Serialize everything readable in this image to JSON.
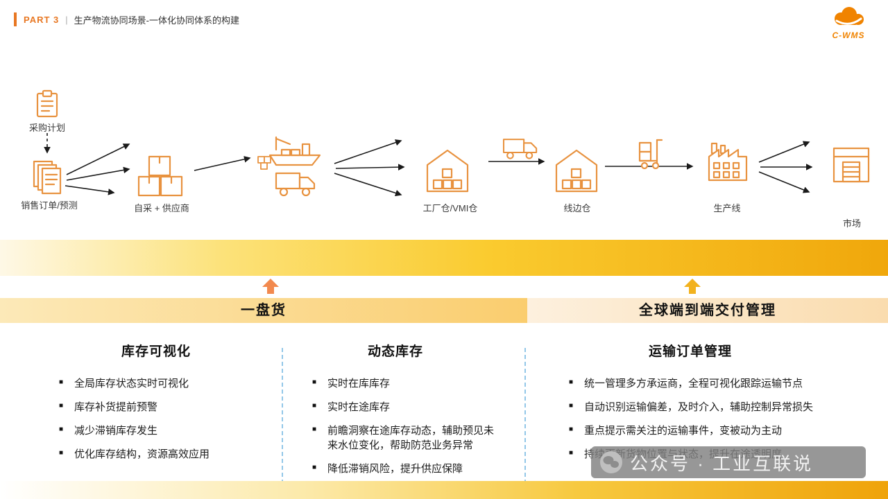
{
  "header": {
    "part_label": "PART 3",
    "separator": "|",
    "title": "生产物流协同场景-一体化协同体系的构建"
  },
  "logo": {
    "text": "C-WMS"
  },
  "flow": {
    "nodes": {
      "procurement_plan": "采购计划",
      "sales_order": "销售订单/预测",
      "self_procure_supplier": "自采 + 供应商",
      "factory_vmi_warehouse": "工厂仓/VMI仓",
      "line_side_warehouse": "线边仓",
      "production_line": "生产线",
      "market": "市场"
    }
  },
  "bands": {
    "left_title": "一盘货",
    "right_title": "全球端到端交付管理"
  },
  "columns": [
    {
      "title": "库存可视化",
      "items": [
        "全局库存状态实时可视化",
        "库存补货提前预警",
        "减少滞销库存发生",
        "优化库存结构，资源高效应用"
      ]
    },
    {
      "title": "动态库存",
      "items": [
        "实时在库库存",
        "实时在途库存",
        "前瞻洞察在途库存动态，辅助预见未来水位变化，帮助防范业务异常",
        "降低滞销风险，提升供应保障"
      ]
    },
    {
      "title": "运输订单管理",
      "items": [
        "统一管理多方承运商，全程可视化跟踪运输节点",
        "自动识别运输偏差，及时介入，辅助控制异常损失",
        "重点提示需关注的运输事件，变被动为主动",
        "持续更新货物位置与状态，提升在途透明度"
      ]
    }
  ],
  "watermark": {
    "text": "公众号 · 工业互联说"
  },
  "colors": {
    "accent_orange": "#E87722",
    "icon_orange": "#E8923F",
    "band_gradient_start": "#FEF8E6",
    "band_gradient_mid": "#FACB2F",
    "band_gradient_end": "#F0A70B",
    "left_band_bg": "#FACD6E",
    "right_band_bg": "#FADCAE",
    "up_arrow_left": "#F2894E",
    "up_arrow_right": "#F2B21E",
    "separator_blue": "#92C7E8",
    "arrow_black": "#1a1a1a"
  }
}
